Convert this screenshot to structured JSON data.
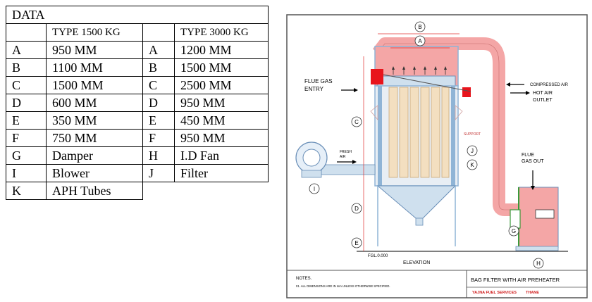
{
  "table": {
    "title": "DATA",
    "headers": [
      "",
      "TYPE 1500 KG",
      "",
      "TYPE 3000 KG"
    ],
    "rows": [
      [
        "A",
        "950 MM",
        "A",
        "1200 MM"
      ],
      [
        "B",
        "1100 MM",
        "B",
        "1500 MM"
      ],
      [
        "C",
        "1500 MM",
        "C",
        "2500 MM"
      ],
      [
        "D",
        "600 MM",
        "D",
        "950 MM"
      ],
      [
        "E",
        "350 MM",
        "E",
        "450 MM"
      ],
      [
        "F",
        "750 MM",
        "F",
        "950 MM"
      ],
      [
        "G",
        "Damper",
        "H",
        "I.D Fan"
      ],
      [
        "I",
        "Blower",
        "J",
        "Filter"
      ]
    ],
    "last_row": [
      "K",
      "APH Tubes"
    ]
  },
  "drawing": {
    "labels": {
      "flue_gas_entry_1": "FLUE GAS",
      "flue_gas_entry_2": "ENTRY",
      "compressed_air": "COMPRESSED AIR",
      "hot_air_1": "HOT AIR",
      "hot_air_2": "OUTLET",
      "fresh_air_1": "FRESH",
      "fresh_air_2": "AIR",
      "support": "SUPPORT",
      "flue_gas_out_1": "FLUE",
      "flue_gas_out_2": "GAS OUT",
      "fgl": "FGL.0.000",
      "elevation": "ELEVATION",
      "notes": "NOTES.",
      "note_1": "01.   ALL DIMENSIONS ARE IN mm UNLESS OTHERWISE SPECIFIED.",
      "drawing_title": "BAG FILTER WITH AIR PREHEATER",
      "company": "YAJNA FUEL SERVICES",
      "location": "THANE"
    },
    "markers": {
      "A": "A",
      "B": "B",
      "C": "C",
      "D": "D",
      "E": "E",
      "G": "G",
      "H": "H",
      "I": "I",
      "J": "J",
      "K": "K"
    },
    "colors": {
      "duct_pink": "#f4a6a6",
      "damper_red": "#e8141c",
      "filter_bag": "#f3dfc0",
      "hopper_blue": "#cfe0ee",
      "frame_blue": "#8fb4d6",
      "dim_red": "#e03030",
      "green": "#3a9a3a"
    }
  }
}
